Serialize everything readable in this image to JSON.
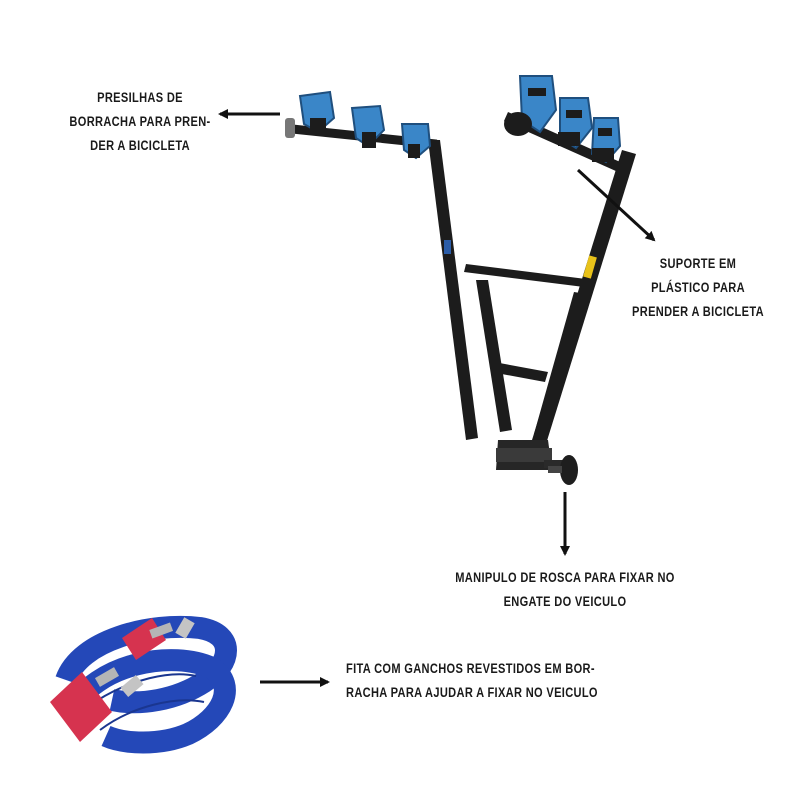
{
  "callouts": {
    "rubber_clips": {
      "lines": [
        "PRESILHAS DE",
        "BORRACHA PARA PREN-",
        "DER A BICICLETA"
      ]
    },
    "plastic_support": {
      "lines": [
        "SUPORTE EM",
        "PLÁSTICO PARA",
        "PRENDER A BICICLETA"
      ]
    },
    "thread_knob": {
      "lines": [
        "MANIPULO DE ROSCA PARA FIXAR NO",
        "ENGATE DO VEICULO"
      ]
    },
    "strap": {
      "lines": [
        "FITA COM GANCHOS REVESTIDOS EM BOR-",
        "RACHA PARA AJUDAR A FIXAR NO VEICULO"
      ]
    }
  },
  "colors": {
    "frame": "#1c1c1c",
    "clip_blue": "#3a86c8",
    "strap_blue": "#2448b8",
    "strap_red": "#d6334f",
    "label_yellow": "#e8c21a",
    "arrow": "#111111"
  }
}
